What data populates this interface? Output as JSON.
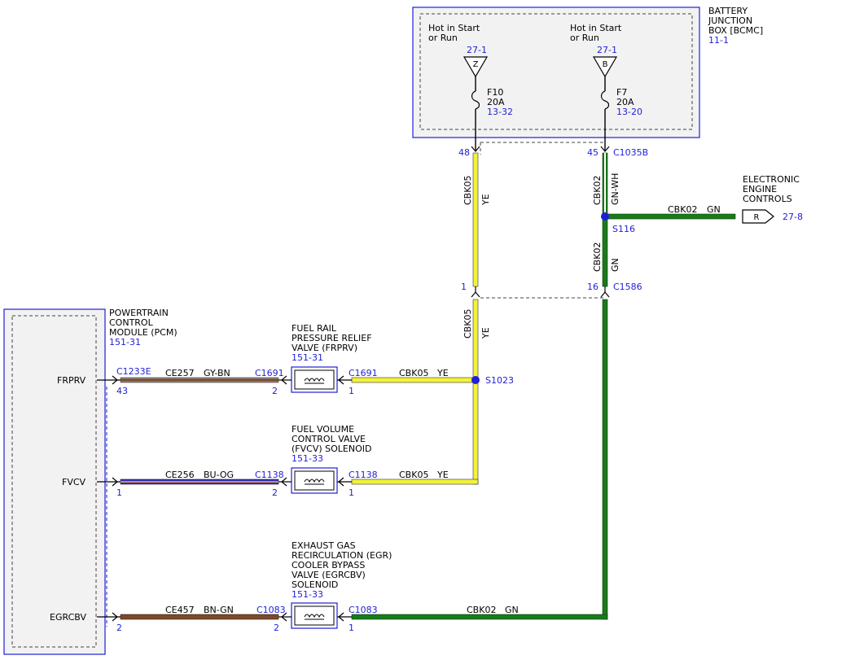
{
  "colors": {
    "ref_blue": "#1f1fd6",
    "yellow": "#f2f23a",
    "green": "#1a7a1a",
    "gray_brown": "#8a7a72",
    "blue_orange": "#3030c0",
    "brown_green": "#7a4a2a",
    "box_fill": "#f2f2f2"
  },
  "bjb": {
    "title_lines": [
      "BATTERY",
      "JUNCTION",
      "BOX [BCMC]"
    ],
    "ref": "11-1",
    "left_hot": [
      "Hot in Start",
      "or Run"
    ],
    "right_hot": [
      "Hot in Start",
      "or Run"
    ],
    "left_ref": "27-1",
    "right_ref": "27-1",
    "left_letter": "Z",
    "right_letter": "B",
    "fuse_left": {
      "name": "F10",
      "rating": "20A",
      "ref": "13-32"
    },
    "fuse_right": {
      "name": "F7",
      "rating": "20A",
      "ref": "13-20"
    },
    "pin_left": "48",
    "pin_right": "45",
    "connector_right": "C1035B"
  },
  "wires": {
    "v_left_top": {
      "circuit": "CBK05",
      "color": "YE"
    },
    "v_right_top": {
      "circuit": "CBK02",
      "color": "GN-WH"
    },
    "v_right_mid": {
      "circuit": "CBK02",
      "color": "GN"
    },
    "v_left_mid": {
      "circuit": "CBK05",
      "color": "YE"
    },
    "eec_wire": {
      "circuit": "CBK02",
      "color": "GN"
    },
    "frprv_right": {
      "circuit": "CBK05",
      "color": "YE"
    },
    "fvcv_right": {
      "circuit": "CBK05",
      "color": "YE"
    },
    "egr_right": {
      "circuit": "CBK02",
      "color": "GN"
    },
    "frprv_left": {
      "circuit": "CE257",
      "color": "GY-BN"
    },
    "fvcv_left": {
      "circuit": "CE256",
      "color": "BU-OG"
    },
    "egr_left": {
      "circuit": "CE457",
      "color": "BN-GN"
    }
  },
  "splices": {
    "s116": "S116",
    "s1023": "S1023"
  },
  "eec": {
    "title_lines": [
      "ELECTRONIC",
      "ENGINE",
      "CONTROLS"
    ],
    "letter": "R",
    "ref": "27-8"
  },
  "c1586": {
    "pin_left": "1",
    "pin_right": "16",
    "name": "C1586"
  },
  "pcm": {
    "title_lines": [
      "POWERTRAIN",
      "CONTROL",
      "MODULE (PCM)"
    ],
    "ref": "151-31",
    "pins": {
      "frprv": "FRPRV",
      "fvcv": "FVCV",
      "egrcbv": "EGRCBV"
    },
    "connector": "C1233E",
    "pin_frprv": "43",
    "pin_fvcv": "1",
    "pin_egrcbv": "2"
  },
  "frprv": {
    "title_lines": [
      "FUEL RAIL",
      "PRESSURE RELIEF",
      "VALVE (FRPRV)"
    ],
    "ref": "151-31",
    "conn_left": "C1691",
    "conn_right": "C1691",
    "pin_left": "2",
    "pin_right": "1"
  },
  "fvcv": {
    "title_lines": [
      "FUEL VOLUME",
      "CONTROL VALVE",
      "(FVCV) SOLENOID"
    ],
    "ref": "151-33",
    "conn_left": "C1138",
    "conn_right": "C1138",
    "pin_left": "2",
    "pin_right": "1"
  },
  "egr": {
    "title_lines": [
      "EXHAUST GAS",
      "RECIRCULATION (EGR)",
      "COOLER BYPASS",
      "VALVE (EGRCBV)",
      "SOLENOID"
    ],
    "ref": "151-33",
    "conn_left": "C1083",
    "conn_right": "C1083",
    "pin_left": "2",
    "pin_right": "1"
  }
}
